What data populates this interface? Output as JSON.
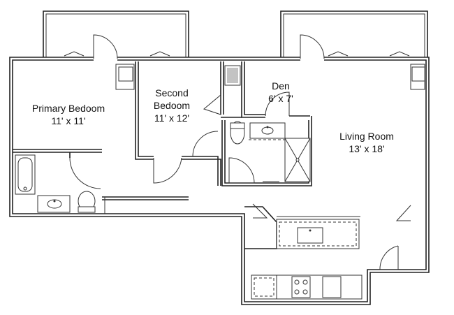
{
  "rooms": [
    {
      "name": "Primary Bedoom",
      "size": "11' x 11'"
    },
    {
      "name": "Second",
      "name2": "Bedoom",
      "size": "11' x 12'"
    },
    {
      "name": "Den",
      "size": "6' x 7'"
    },
    {
      "name": "Living Room",
      "size": "13' x 18'"
    }
  ],
  "icons": [
    "balcony-icon",
    "door-swing-icon",
    "window-icon",
    "bathtub-icon",
    "toilet-icon",
    "sink-icon",
    "shower-icon",
    "stove-icon",
    "refrigerator-icon",
    "closet-icon",
    "water-heater-icon"
  ]
}
